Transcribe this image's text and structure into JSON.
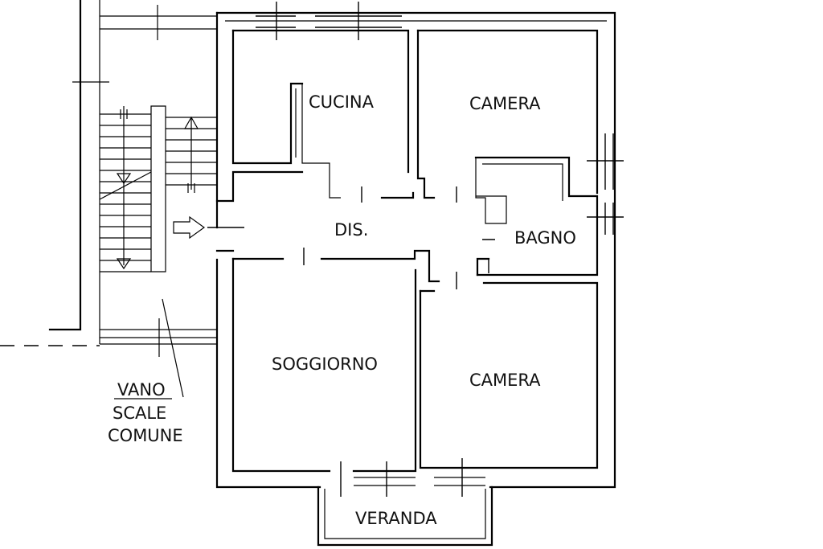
{
  "rooms": {
    "cucina": "CUCINA",
    "camera_top": "CAMERA",
    "dis": "DIS.",
    "bagno": "BAGNO",
    "soggiorno": "SOGGIORNO",
    "camera_bottom": "CAMERA",
    "veranda": "VERANDA"
  },
  "stair_label": {
    "line1": "VANO",
    "line2": "SCALE",
    "line3": "COMUNE"
  },
  "icons": {
    "entrance": "entrance-arrow-icon",
    "stair_up": "stair-direction-triangle-icon"
  }
}
